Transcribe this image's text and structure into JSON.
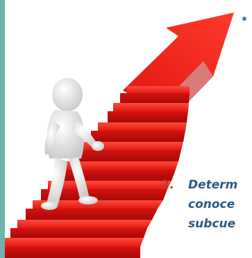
{
  "list_item": {
    "number": "2.",
    "lines": [
      "Determ",
      "conoce",
      "subcue"
    ]
  },
  "illustration": {
    "subject": "3D figure climbing a red staircase toward an upward arrow",
    "stair_color": "#e81d1d",
    "figure_color": "#f2f2f2"
  },
  "colors": {
    "accent_border": "#6fb3ac",
    "text": "#2d5a80",
    "number": "#c0392b"
  }
}
